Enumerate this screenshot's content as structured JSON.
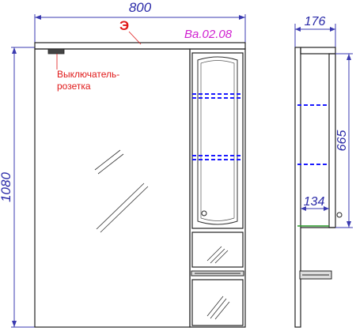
{
  "dimensions": {
    "width_top": "800",
    "height_left": "1080",
    "depth_top": "176",
    "shelf_height": "665",
    "inner_depth": "134"
  },
  "labels": {
    "model_code": "Ba.02.08",
    "socket_label_line1": "Выключатель-",
    "socket_label_line2": "розетка",
    "socket_symbol": "Э"
  },
  "colors": {
    "dimension": "#2a2aa8",
    "socket_text": "#e01818",
    "model_code": "#d020d0",
    "shelf_dash": "#1a1aff"
  }
}
